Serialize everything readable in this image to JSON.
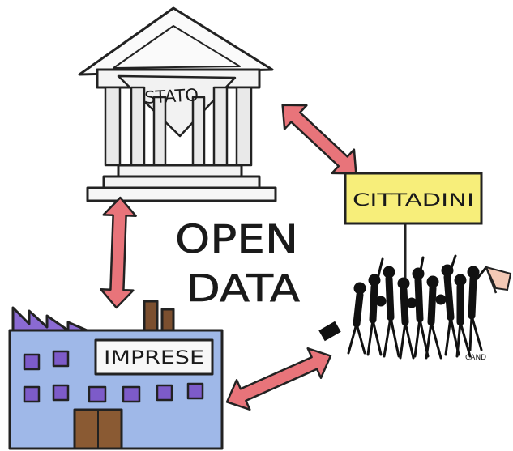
{
  "nodes": {
    "state": {
      "label": "STATO"
    },
    "citizens": {
      "label": "CITTADINI"
    },
    "businesses": {
      "label": "IMPRESE"
    }
  },
  "center": {
    "line1": "OPEN",
    "line2": "DATA"
  },
  "signature": "CAND",
  "colors": {
    "arrow_fill": "#e8747a",
    "arrow_stroke": "#222222",
    "sign_yellow": "#f7ee7a",
    "building_blue": "#9fb8e8",
    "window_purple": "#7d5bc9",
    "roof_purple": "#8a6ad2",
    "door_brown": "#8a5a33",
    "chimney_brown": "#7b4f2f",
    "crowd": "#111111",
    "flag": "#f3c9b5"
  },
  "icons": {
    "state": "temple-icon",
    "citizens": "crowd-icon",
    "businesses": "factory-icon"
  }
}
